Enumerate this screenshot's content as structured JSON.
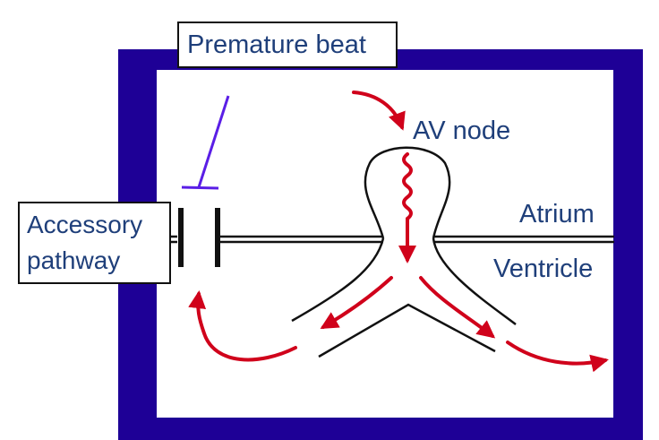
{
  "labels": {
    "premature_beat": "Premature beat",
    "accessory_line1": "Accessory",
    "accessory_line2": "pathway",
    "av_node": "AV node",
    "atrium": "Atrium",
    "ventricle": "Ventricle"
  },
  "colors": {
    "frame": "#1e0096",
    "arrow": "#d0021b",
    "pointer": "#5a1ee6",
    "text": "#1f3f7a",
    "lines": "#111111"
  }
}
